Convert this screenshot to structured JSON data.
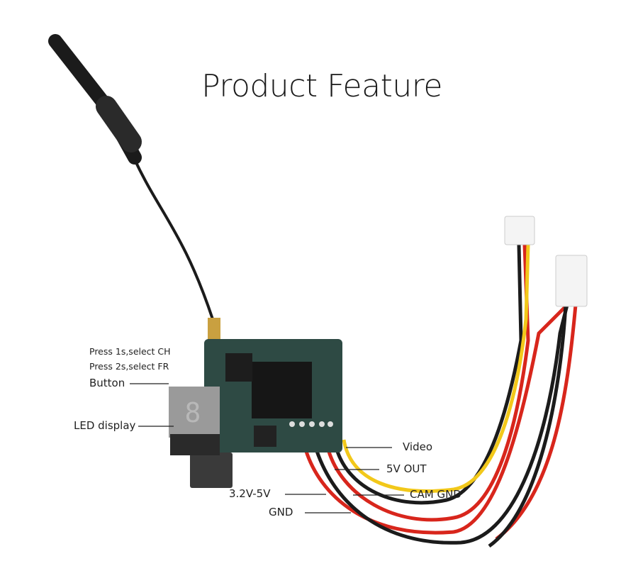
{
  "title": "Product Feature",
  "labels": {
    "press1": "Press 1s,select CH",
    "press2": "Press 2s,select FR",
    "button": "Button",
    "led": "LED display",
    "video": "Video",
    "out5v": "5V OUT",
    "vin": "3.2V-5V",
    "camgnd": "CAM GND",
    "gnd": "GND"
  },
  "colors": {
    "red": "#d8261c",
    "black": "#1b1b1b",
    "yellow": "#f2c81a",
    "board": "#2e4a44"
  }
}
